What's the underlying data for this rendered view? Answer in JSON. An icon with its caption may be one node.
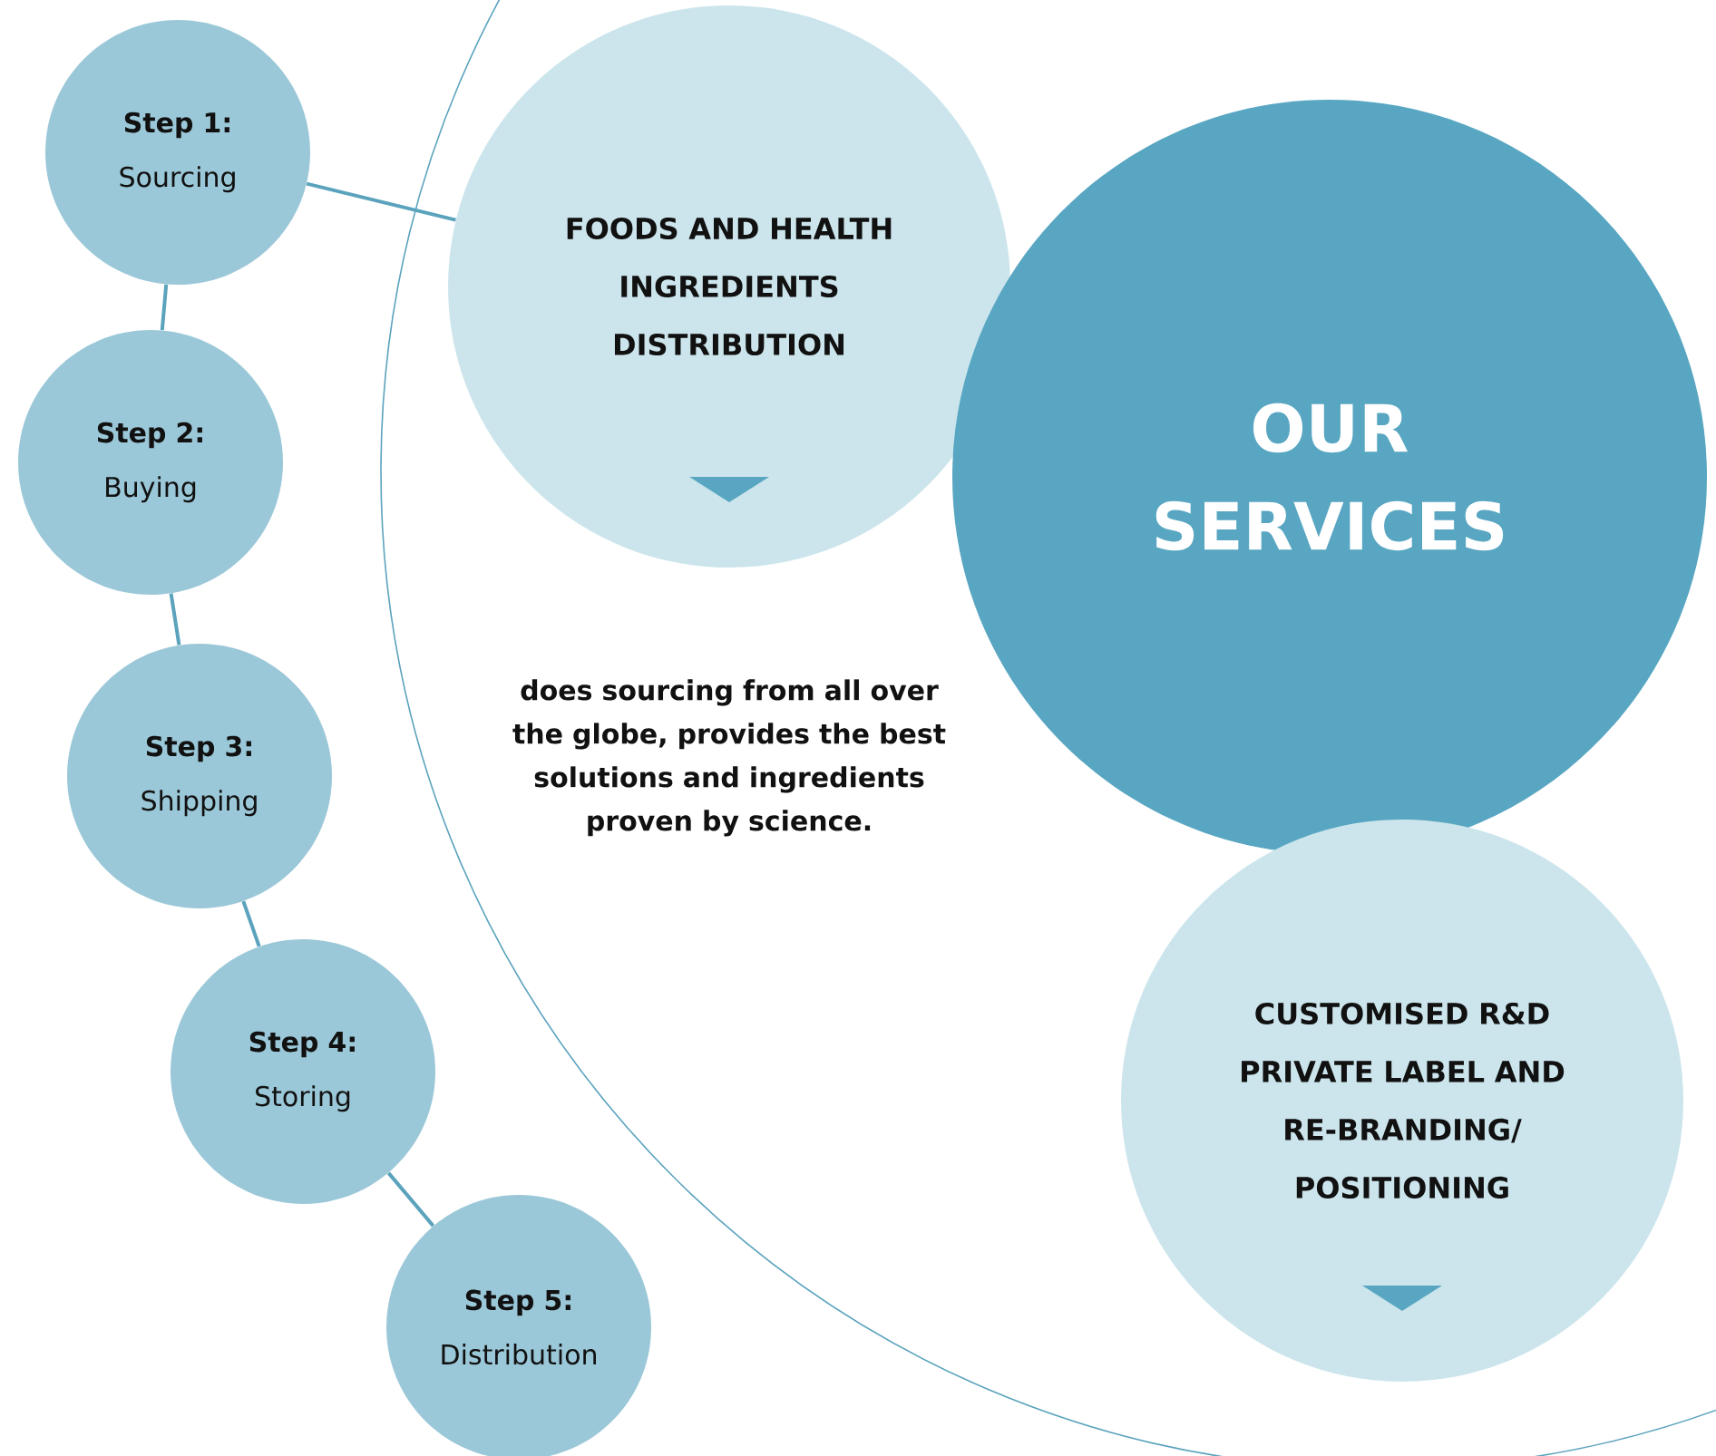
{
  "diagram": {
    "nodes": [
      {
        "text": [
          "Step 1:",
          "Sourcing"
        ]
      },
      {
        "text": [
          "Step 2:",
          "Buying"
        ]
      },
      {
        "text": [
          "Step 3:",
          "Shipping"
        ]
      },
      {
        "text": [
          "Step 4:",
          "Storing"
        ]
      },
      {
        "text": [
          "Step 5:",
          "Distribution"
        ]
      },
      {
        "text": [
          "FOODS AND HEALTH INGREDIENTS DISTRIBUTION"
        ]
      },
      {
        "text": [
          "OUR SERVICES"
        ]
      },
      {
        "text": [
          "CUSTOMISED R&D PRIVATE LABEL AND RE-BRANDING/ POSITIONING"
        ]
      }
    ],
    "edges": [
      {
        "from": 0,
        "to": 1,
        "arrow": "none"
      },
      {
        "from": 1,
        "to": 2,
        "arrow": "none"
      },
      {
        "from": 2,
        "to": 3,
        "arrow": "none"
      },
      {
        "from": 3,
        "to": 4,
        "arrow": "none"
      },
      {
        "from": 0,
        "to": 5,
        "arrow": "none"
      }
    ],
    "labels": [
      "does sourcing from all over the globe, provides the best solutions and ingredients proven by science."
    ]
  }
}
